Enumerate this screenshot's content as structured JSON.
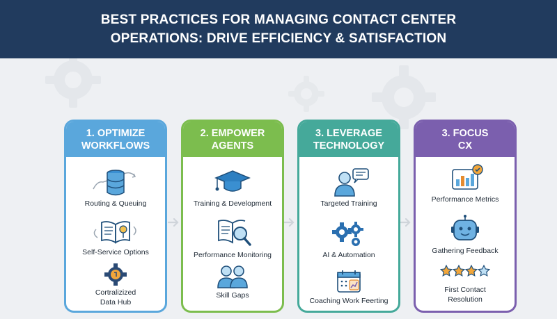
{
  "header": {
    "line1": "BEST PRACTICES FOR MANAGING CONTACT CENTER",
    "line2": "OPERATIONS: DRIVE EFFICIENCY & SATISFACTION"
  },
  "colors": {
    "header_bg": "#213b5e",
    "blue": "#5aa7dc",
    "green": "#7cbd4e",
    "teal": "#45a99a",
    "purple": "#7b5fae"
  },
  "columns": [
    {
      "title_line1": "1. OPTIMIZE",
      "title_line2": "WORKFLOWS",
      "color": "#5aa7dc",
      "items": [
        {
          "label_lines": [
            "Routing & Queuing"
          ],
          "icon": "database-routing-icon"
        },
        {
          "label_lines": [
            "Self-Service Options"
          ],
          "icon": "open-book-icon"
        },
        {
          "label_lines": [
            "Cortralizized",
            "Data Hub"
          ],
          "icon": "gear-hub-icon"
        }
      ]
    },
    {
      "title_line1": "2. EMPOWER",
      "title_line2": "AGENTS",
      "color": "#7cbd4e",
      "items": [
        {
          "label_lines": [
            "Training & Development"
          ],
          "icon": "graduation-cap-icon"
        },
        {
          "label_lines": [
            "Performance Monitoring"
          ],
          "icon": "book-magnifier-icon"
        },
        {
          "label_lines": [
            "Skill Gaps"
          ],
          "icon": "two-people-icon"
        }
      ]
    },
    {
      "title_line1": "3. LEVERAGE",
      "title_line2": "TECHNOLOGY",
      "color": "#45a99a",
      "items": [
        {
          "label_lines": [
            "Targeted Training"
          ],
          "icon": "person-chat-icon"
        },
        {
          "label_lines": [
            "AI & Automation"
          ],
          "icon": "gears-icon"
        },
        {
          "label_lines": [
            "Coaching Work Feerting"
          ],
          "icon": "calendar-chart-icon"
        }
      ]
    },
    {
      "title_line1": "3. FOCUS",
      "title_line2": "CX",
      "color": "#7b5fae",
      "items": [
        {
          "label_lines": [
            "Performance Metrics"
          ],
          "icon": "bar-chart-check-icon"
        },
        {
          "label_lines": [
            "Gathering Feedback"
          ],
          "icon": "robot-face-icon"
        },
        {
          "label_lines": [
            "First Contact",
            "Resolution"
          ],
          "icon": "star-rating-icon"
        }
      ]
    }
  ]
}
